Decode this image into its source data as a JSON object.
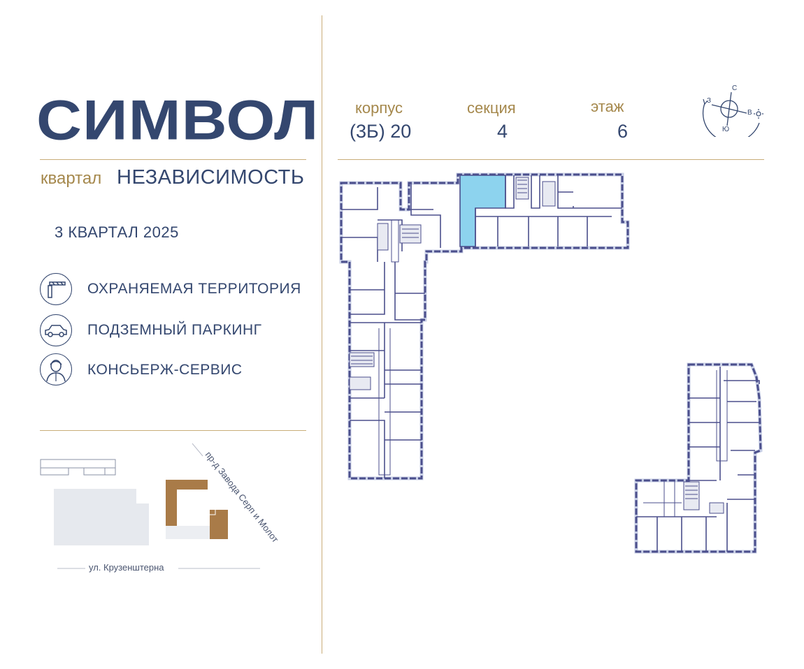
{
  "brand": {
    "logo": "СИМВОЛ",
    "quarter_prefix": "квартал",
    "quarter_name": "НЕЗАВИСИМОСТЬ",
    "completion": "3 КВАРТАЛ 2025"
  },
  "features": [
    {
      "label": "ОХРАНЯЕМАЯ ТЕРРИТОРИЯ",
      "icon": "barrier-gate-icon"
    },
    {
      "label": "ПОДЗЕМНЫЙ ПАРКИНГ",
      "icon": "car-icon"
    },
    {
      "label": "КОНСЬЕРЖ-СЕРВИС",
      "icon": "concierge-icon"
    }
  ],
  "site_map": {
    "street_bottom": "ул. Крузенштерна",
    "street_diagonal": "пр-д Завода Серп и Молот"
  },
  "header": {
    "building_label": "корпус",
    "building_value": "(3Б) 20",
    "section_label": "секция",
    "section_value": "4",
    "floor_label": "этаж",
    "floor_value": "6"
  },
  "compass": {
    "north": "С",
    "south": "Ю",
    "west": "З",
    "east": "В"
  },
  "colors": {
    "navy": "#34476f",
    "gold": "#c9ad79",
    "highlight": "#8dd3ee",
    "building_brown": "#a97b48",
    "wall": "#4b4f8c"
  }
}
